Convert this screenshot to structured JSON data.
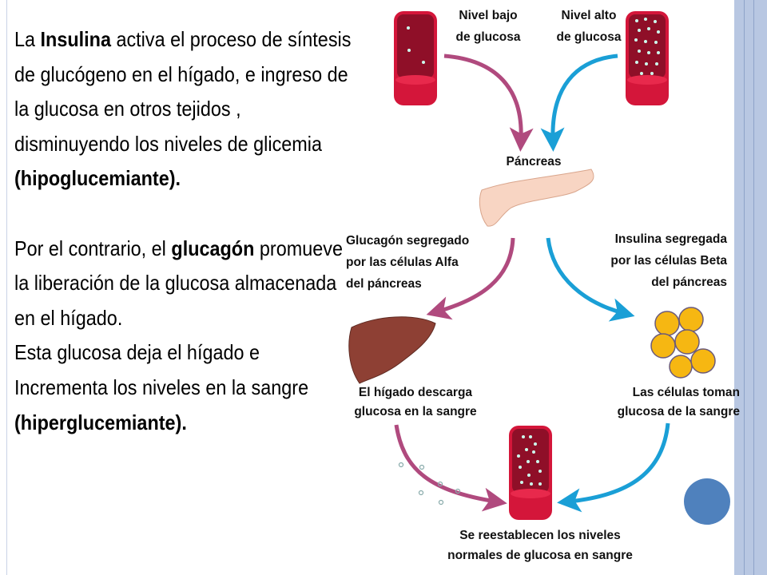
{
  "slide_text": {
    "p1_a": "La ",
    "p1_b": "Insulina",
    "p1_c": "  activa el proceso de síntesis de glucógeno en el hígado, e  ingreso de la glucosa en otros tejidos , disminuyendo los niveles de glicemia ",
    "p1_d": "(hipoglucemiante).",
    "p2_a": "Por el contrario, el ",
    "p2_b": "glucagón",
    "p2_c": " promueve la liberación de la glucosa almacenada en el hígado.",
    "p3_a": "Esta glucosa deja el hígado  e Incrementa los niveles en la sangre ",
    "p3_b": "(hiperglucemiante)."
  },
  "diagram": {
    "low_glucose": "Nivel bajo\nde glucosa",
    "high_glucose": "Nivel alto\nde glucosa",
    "pancreas": "Páncreas",
    "glucagon": "Glucagón segregado\npor las células Alfa\ndel páncreas",
    "insulin": "Insulina segregada\npor las células Beta\ndel páncreas",
    "liver": "El hígado descarga\nglucosa en la sangre",
    "cells": "Las células toman\nglucosa de la sangre",
    "normal": "Se reestablecen los niveles\nnormales de glucosa en sangre"
  },
  "colors": {
    "pink_arrow": "#b04a7e",
    "blue_arrow": "#1a9fd6",
    "blood": "#d4163a",
    "accent": "#4f81bd"
  }
}
